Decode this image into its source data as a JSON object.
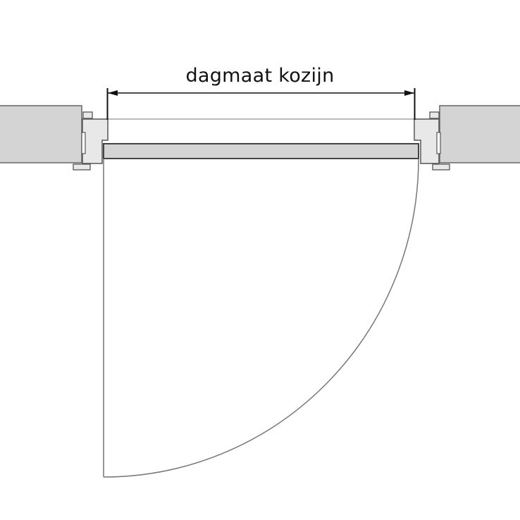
{
  "diagram": {
    "type": "door floor plan (top view)",
    "dimension_label": "dagmaat kozijn",
    "colors": {
      "wall_fill": "#d4d4d4",
      "frame_fill": "#e8e8e8",
      "door_leaf_fill": "#d4d4d4",
      "outline": "#555555",
      "dimension_line": "#111111",
      "swing_arc": "#777777",
      "background": "#ffffff"
    },
    "elements": [
      {
        "name": "left-wall",
        "label": ""
      },
      {
        "name": "right-wall",
        "label": ""
      },
      {
        "name": "left-frame-jamb",
        "label": ""
      },
      {
        "name": "right-frame-jamb",
        "label": ""
      },
      {
        "name": "door-leaf",
        "label": ""
      },
      {
        "name": "door-swing-arc",
        "label": ""
      },
      {
        "name": "dimension-line",
        "label": "dagmaat kozijn"
      }
    ]
  }
}
